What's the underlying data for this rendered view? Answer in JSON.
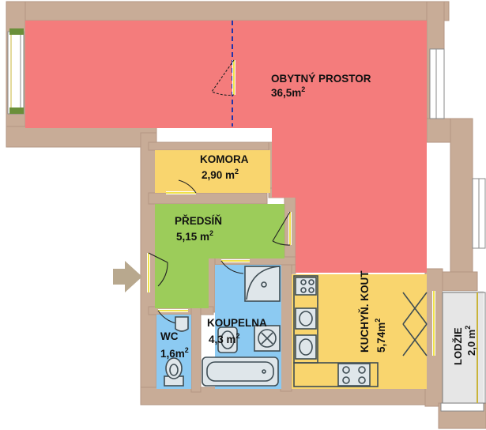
{
  "rooms": {
    "obytny_prostor": {
      "name": "OBYTNÝ PROSTOR",
      "area": "36,5m",
      "unit_sup": "2"
    },
    "komora": {
      "name": "KOMORA",
      "area": "2,90 m",
      "unit_sup": "2"
    },
    "predsin": {
      "name": "PŘEDSÍŇ",
      "area": "5,15 m",
      "unit_sup": "2"
    },
    "wc": {
      "name": "WC",
      "area": "1,6m",
      "unit_sup": "2"
    },
    "koupelna": {
      "name": "KOUPELNA",
      "area": "4,3 m",
      "unit_sup": "2"
    },
    "kuchyn": {
      "name": "KUCHYŇ. KOUT",
      "area": "5,74m",
      "unit_sup": "2"
    },
    "lodzie": {
      "name": "LODŽIE",
      "area": "2,0  m",
      "unit_sup": "2"
    }
  },
  "colors": {
    "living": "#f47c7c",
    "storage": "#f9d56e",
    "hall": "#9ccc5a",
    "wet_rooms": "#8ccaf2",
    "kitchen": "#f9d56e",
    "loggia": "#e6e6e6",
    "wall": "#c8ac97",
    "divider": "#2233aa",
    "entrance_arrow": "#b8a88e"
  }
}
